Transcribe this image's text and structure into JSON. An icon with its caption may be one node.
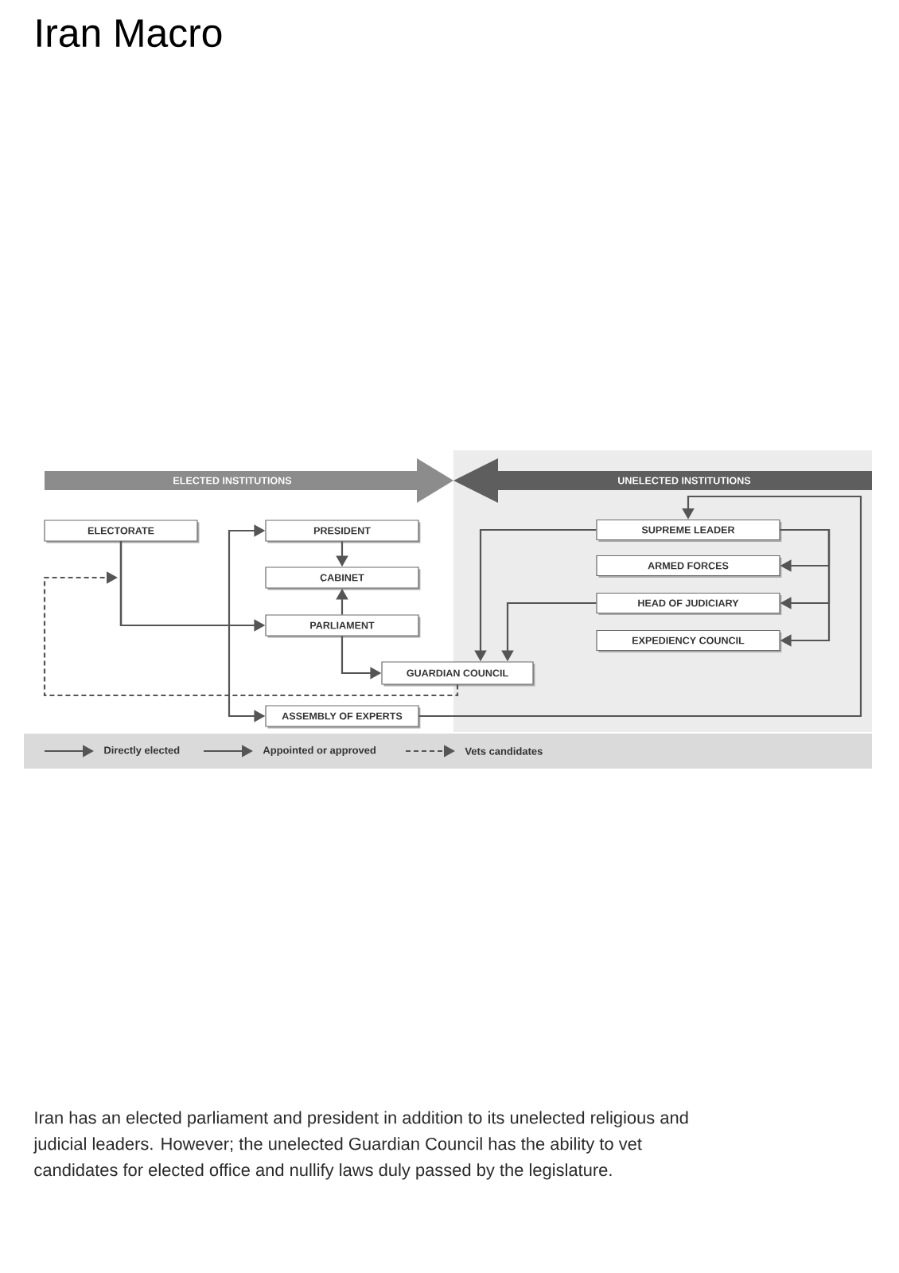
{
  "diagram": {
    "title": "Iran Macro",
    "nodes": [
      {
        "text": [
          "ELECTED INSTITUTIONS"
        ]
      },
      {
        "text": [
          "UNELECTED INSTITUTIONS"
        ]
      },
      {
        "text": [
          "ELECTORATE"
        ]
      },
      {
        "text": [
          "PRESIDENT"
        ]
      },
      {
        "text": [
          "CABINET"
        ]
      },
      {
        "text": [
          "PARLIAMENT"
        ]
      },
      {
        "text": [
          "GUARDIAN COUNCIL"
        ]
      },
      {
        "text": [
          "ASSEMBLY OF EXPERTS"
        ]
      },
      {
        "text": [
          "SUPREME LEADER"
        ]
      },
      {
        "text": [
          "ARMED FORCES"
        ]
      },
      {
        "text": [
          "HEAD OF JUDICIARY"
        ]
      },
      {
        "text": [
          "EXPEDIENCY COUNCIL"
        ]
      }
    ],
    "edges": [
      {
        "from": 2,
        "to": 3,
        "arrow": "to"
      },
      {
        "from": 2,
        "to": 5,
        "arrow": "to"
      },
      {
        "from": 2,
        "to": 7,
        "arrow": "to"
      },
      {
        "from": 3,
        "to": 4,
        "arrow": "to"
      },
      {
        "from": 5,
        "to": 4,
        "arrow": "to"
      },
      {
        "from": 5,
        "to": 6,
        "arrow": "to"
      },
      {
        "from": 6,
        "to": null,
        "arrow": "to",
        "style": "dashed"
      },
      {
        "from": 8,
        "to": 6,
        "arrow": "to"
      },
      {
        "from": 10,
        "to": 6,
        "arrow": "to"
      },
      {
        "from": 8,
        "to": 9,
        "arrow": "to"
      },
      {
        "from": 8,
        "to": 10,
        "arrow": "to"
      },
      {
        "from": 8,
        "to": 11,
        "arrow": "to"
      },
      {
        "from": 7,
        "to": 8,
        "arrow": "to"
      }
    ],
    "legend": [
      {
        "text": "Directly elected"
      },
      {
        "text": "Appointed or approved"
      },
      {
        "text": "Vets candidates"
      }
    ],
    "caption": "Iran has an elected parliament and president in addition to its unelected religious and judicial leaders. However; the unelected Guardian Council has the ability to vet candidates for elected office and nullify laws duly passed by the legislature."
  }
}
